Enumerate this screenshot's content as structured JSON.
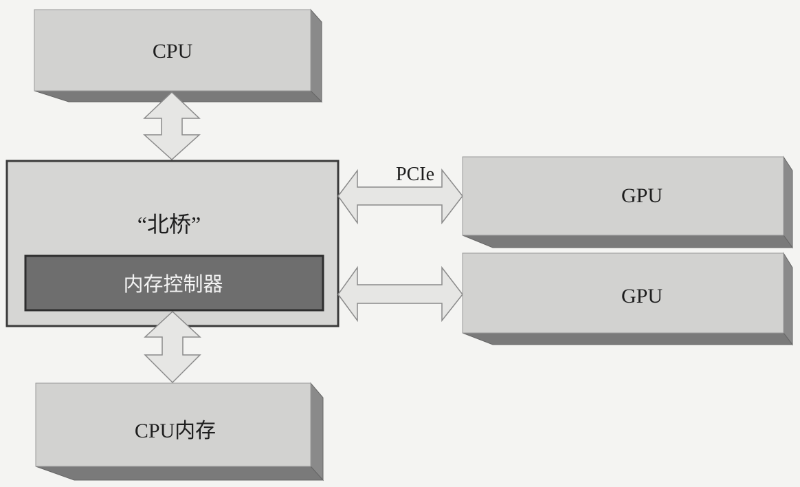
{
  "diagram": {
    "nodes": {
      "cpu": {
        "label": "CPU"
      },
      "northbridge": {
        "label": "“北桥”"
      },
      "memory_controller": {
        "label": "内存控制器"
      },
      "cpu_memory": {
        "label": "CPU内存"
      },
      "gpu_1": {
        "label": "GPU"
      },
      "gpu_2": {
        "label": "GPU"
      }
    },
    "links": {
      "pcie": {
        "label": "PCIe"
      }
    },
    "edges": [
      {
        "from": "cpu",
        "to": "northbridge",
        "type": "bidirectional"
      },
      {
        "from": "northbridge",
        "to": "cpu_memory",
        "type": "bidirectional"
      },
      {
        "from": "northbridge",
        "to": "gpu_1",
        "type": "bidirectional",
        "label": "PCIe"
      },
      {
        "from": "northbridge",
        "to": "gpu_2",
        "type": "bidirectional"
      }
    ],
    "colors": {
      "box_face": "#d2d2d0",
      "box_side": "#8a8a8a",
      "box_bottom": "#7a7a7a",
      "controller_fill": "#6e6e6e",
      "arrow_fill": "#e6e6e4",
      "stroke": "#555555"
    }
  }
}
